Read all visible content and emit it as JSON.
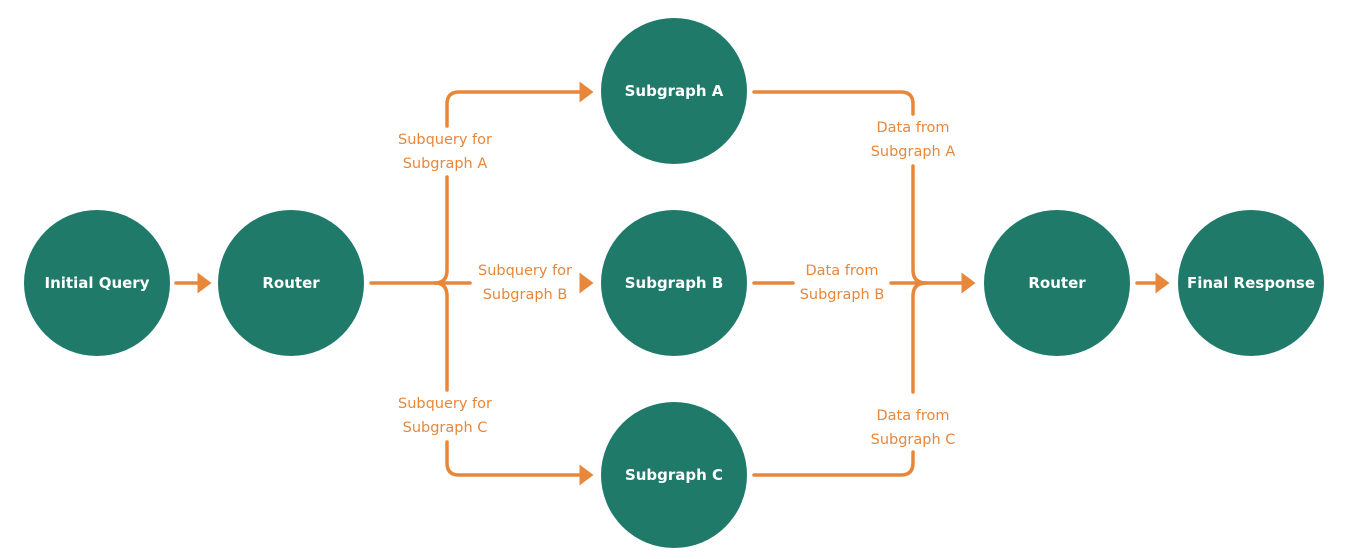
{
  "colors": {
    "node": "#1f7a6a",
    "edge": "#e8873a"
  },
  "nodes": {
    "initial_query": "Initial Query",
    "router_in": "Router",
    "subgraph_a": "Subgraph A",
    "subgraph_b": "Subgraph B",
    "subgraph_c": "Subgraph C",
    "router_out": "Router",
    "final_response": "Final Response"
  },
  "edge_labels": {
    "subquery_a": [
      "Subquery for",
      "Subgraph A"
    ],
    "subquery_b": [
      "Subquery for",
      "Subgraph B"
    ],
    "subquery_c": [
      "Subquery for",
      "Subgraph C"
    ],
    "data_a": [
      "Data from",
      "Subgraph A"
    ],
    "data_b": [
      "Data from",
      "Subgraph B"
    ],
    "data_c": [
      "Data from",
      "Subgraph C"
    ]
  }
}
